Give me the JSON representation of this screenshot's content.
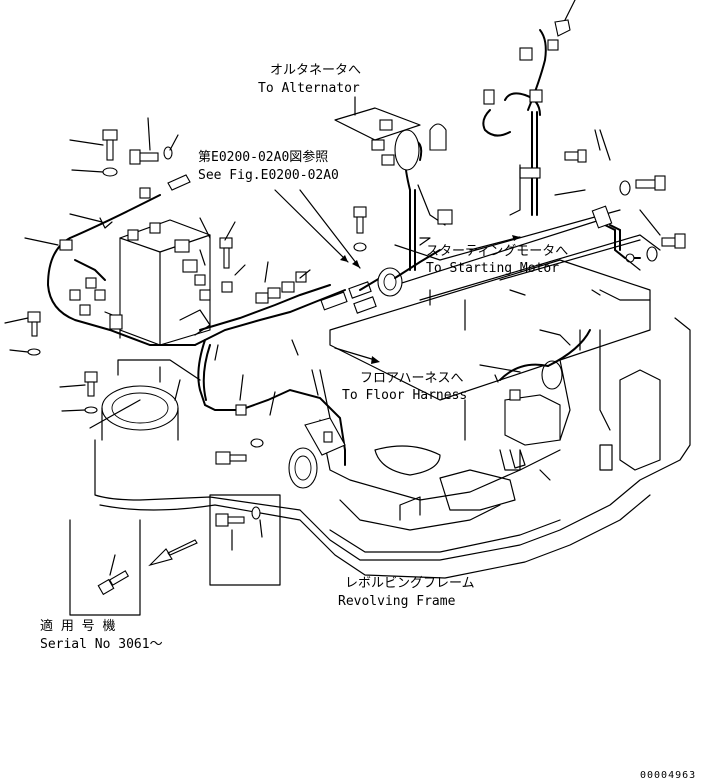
{
  "labels": {
    "alternator_jp": "オルタネータへ",
    "alternator_en": "To Alternator",
    "see_fig_jp": "第E0200-02A0図参照",
    "see_fig_en": "See Fig.E0200-02A0",
    "starting_motor_jp": "スターティングモータへ",
    "starting_motor_en": "To Starting Motor",
    "floor_harness_jp": "フロアハーネスへ",
    "floor_harness_en": "To Floor Harness",
    "revolving_frame_jp": "レボルビングフレーム",
    "revolving_frame_en": "Revolving Frame",
    "serial_jp": "適 用 号 機",
    "serial_en": "Serial No 3061～",
    "drawing_number": "00004963"
  }
}
